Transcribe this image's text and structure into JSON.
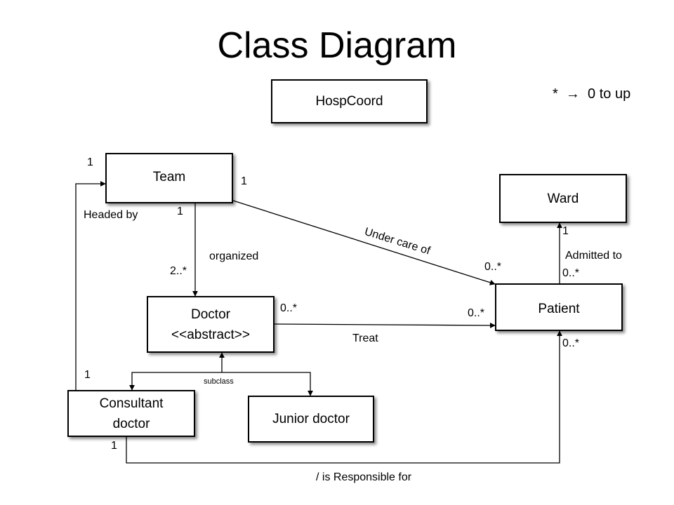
{
  "title": "Class Diagram",
  "legend": {
    "symbol": "*",
    "arrow_icon": "right-arrow",
    "meaning": "0 to up"
  },
  "classes": {
    "hospcoord": "HospCoord",
    "team": "Team",
    "ward": "Ward",
    "doctor_line1": "Doctor",
    "doctor_line2": "<<abstract>>",
    "patient": "Patient",
    "consultant_line1": "Consultant",
    "consultant_line2": "doctor",
    "junior": "Junior doctor"
  },
  "associations": {
    "headed_by": "Headed by",
    "organized": "organized",
    "under_care_of": "Under care of",
    "admitted_to": "Admitted to",
    "treat": "Treat",
    "subclass": "subclass",
    "responsible": "/ is Responsible  for"
  },
  "multiplicities": {
    "team_headed": "1",
    "team_under_care": "1",
    "team_organized": "1",
    "doctor_organized": "2..*",
    "ward_admitted": "1",
    "patient_under_care": "0..*",
    "patient_admitted": "0..*",
    "doctor_treat": "0..*",
    "patient_treat": "0..*",
    "patient_responsible": "0..*",
    "consultant_headed": "1",
    "consultant_responsible": "1"
  }
}
